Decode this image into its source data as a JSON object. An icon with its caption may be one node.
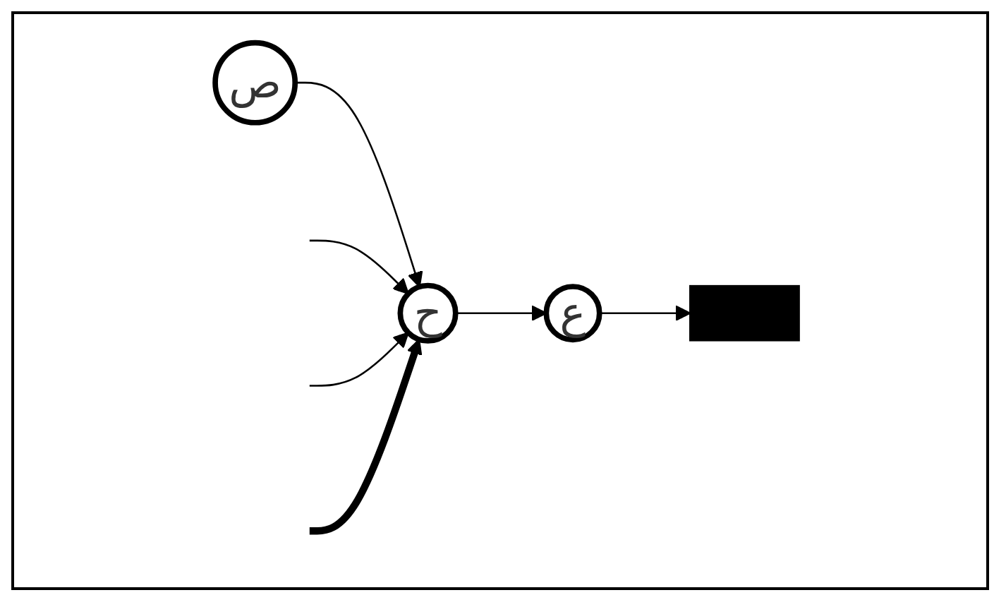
{
  "diagram": {
    "nodes": [
      {
        "text": [
          "ص"
        ]
      },
      {
        "text": [
          "ح"
        ]
      },
      {
        "text": [
          "ع"
        ]
      },
      {
        "text": [],
        "shape": "bar"
      }
    ],
    "edges": [
      {
        "from": 0,
        "to": 1,
        "arrow": "to"
      },
      {
        "from": 1,
        "to": 2,
        "arrow": "to"
      },
      {
        "from": 2,
        "to": 3,
        "arrow": "to"
      },
      {
        "from": null,
        "to": 1,
        "arrow": "to"
      },
      {
        "from": null,
        "to": 1,
        "arrow": "to"
      },
      {
        "from": null,
        "to": 1,
        "arrow": "to",
        "style": "thick"
      }
    ]
  }
}
